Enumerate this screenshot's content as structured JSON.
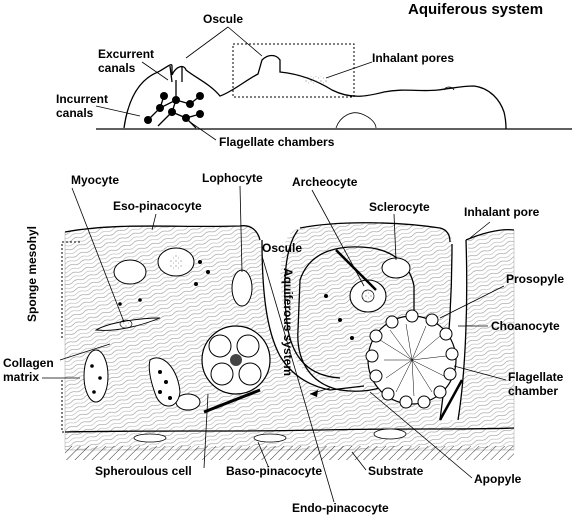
{
  "title": "Aquiferous system",
  "top_panel": {
    "labels": {
      "oscule": "Oscule",
      "excurrent_1": "Excurrent",
      "excurrent_2": "canals",
      "incurrent_1": "Incurrent",
      "incurrent_2": "canals",
      "inhalant_pores": "Inhalant pores",
      "flagellate_chambers": "Flagellate chambers"
    }
  },
  "bottom_panel": {
    "labels": {
      "myocyte": "Myocyte",
      "lophocyte": "Lophocyte",
      "archeocyte": "Archeocyte",
      "sclerocyte": "Sclerocyte",
      "eso_pinacocyte": "Eso-pinacocyte",
      "inhalant_pore": "Inhalant pore",
      "oscule": "Oscule",
      "aquiferous_system": "Aquiferous system",
      "prosopyle": "Prosopyle",
      "sponge_mesohyl": "Sponge mesohyl",
      "choanocyte": "Choanocyte",
      "collagen_1": "Collagen",
      "collagen_2": "matrix",
      "flagellate_1": "Flagellate",
      "flagellate_2": "chamber",
      "spheroulous_cell": "Spheroulous cell",
      "baso_pinacocyte": "Baso-pinacocyte",
      "substrate": "Substrate",
      "apopyle": "Apopyle",
      "endo_pinacocyte": "Endo-pinacocyte"
    }
  }
}
